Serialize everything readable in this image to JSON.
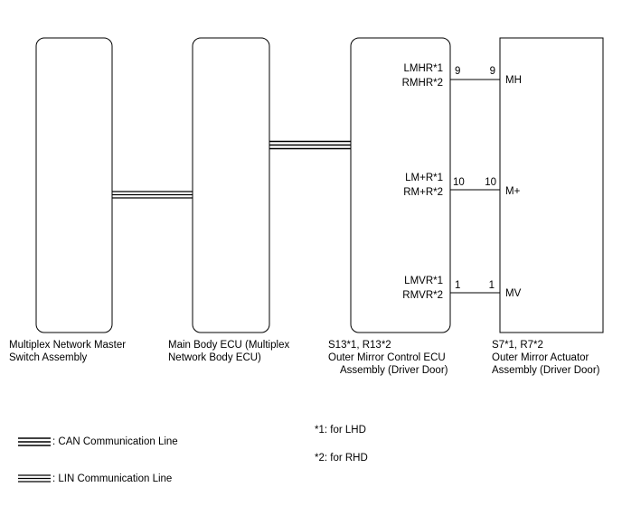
{
  "components": {
    "master_switch": {
      "line1": "Multiplex Network Master",
      "line2": "Switch Assembly"
    },
    "main_body_ecu": {
      "line1": "Main Body ECU (Multiplex",
      "line2": "Network Body ECU)"
    },
    "mirror_ecu": {
      "line1": "S13*1, R13*2",
      "line2": "Outer Mirror Control ECU",
      "line3": "Assembly (Driver Door)"
    },
    "actuator": {
      "line1": "S7*1, R7*2",
      "line2": "Outer Mirror Actuator",
      "line3": "Assembly (Driver Door)"
    }
  },
  "ecu_terminals": [
    {
      "line1": "LMHR*1",
      "line2": "RMHR*2"
    },
    {
      "line1": "LM+R*1",
      "line2": "RM+R*2"
    },
    {
      "line1": "LMVR*1",
      "line2": "RMVR*2"
    }
  ],
  "wires": [
    {
      "pin_left": "9",
      "pin_right": "9",
      "terminal": "MH"
    },
    {
      "pin_left": "10",
      "pin_right": "10",
      "terminal": "M+"
    },
    {
      "pin_left": "1",
      "pin_right": "1",
      "terminal": "MV"
    }
  ],
  "legend": {
    "can": ": CAN Communication Line",
    "lin": ": LIN Communication Line"
  },
  "notes": {
    "note1": "*1: for LHD",
    "note2": "*2: for RHD"
  }
}
